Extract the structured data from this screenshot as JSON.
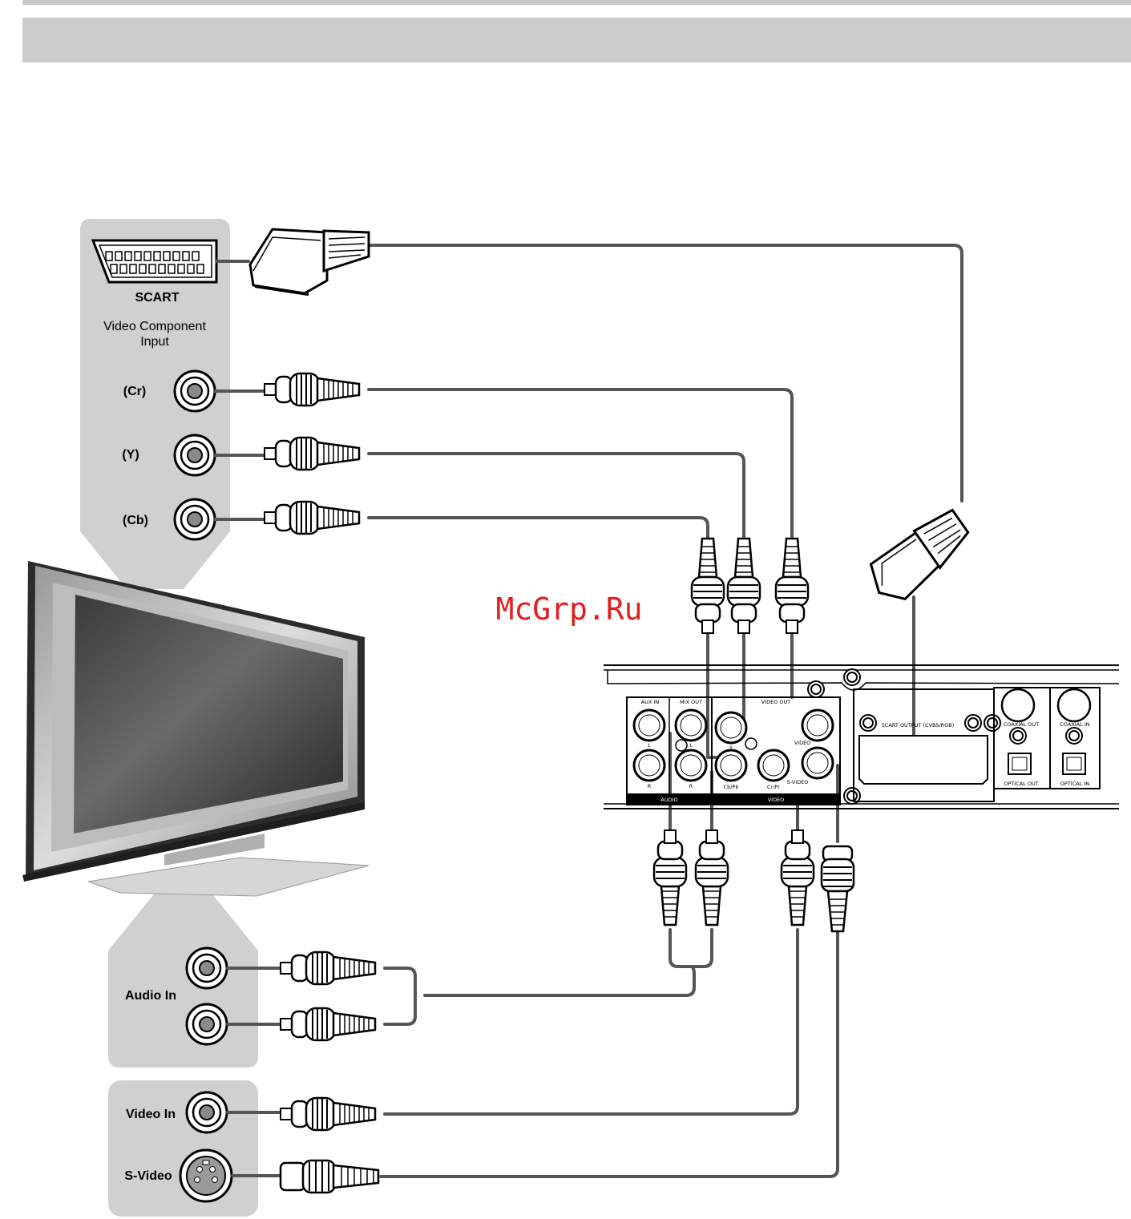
{
  "tv_panel": {
    "scart_label": "SCART",
    "component_title_line1": "Video Component",
    "component_title_line2": "Input",
    "cr_label": "(Cr)",
    "y_label": "(Y)",
    "cb_label": "(Cb)",
    "audio_in_label": "Audio In",
    "video_in_label": "Video In",
    "svideo_label": "S-Video"
  },
  "player_panel": {
    "aux_in": "AUX IN",
    "mix_out": "MIX OUT",
    "video_out": "VIDEO OUT",
    "l_left": "L",
    "r_left": "R",
    "l_mix": "L",
    "r_mix": "R",
    "y_jack": "Y",
    "cb_pb": "Cb/Pb",
    "cr_pr": "Cr/Pr",
    "video": "VIDEO",
    "s_video": "S-VIDEO",
    "audio_group": "AUDIO",
    "video_group": "VIDEO",
    "scart_output": "SCART OUTPUT (CVBS/RGB)",
    "coaxial_out": "COAXIAL OUT",
    "optical_out": "OPTICAL OUT",
    "coaxial_in": "COAXIAL IN",
    "optical_in": "OPTICAL IN"
  },
  "watermark": "McGrp.Ru"
}
